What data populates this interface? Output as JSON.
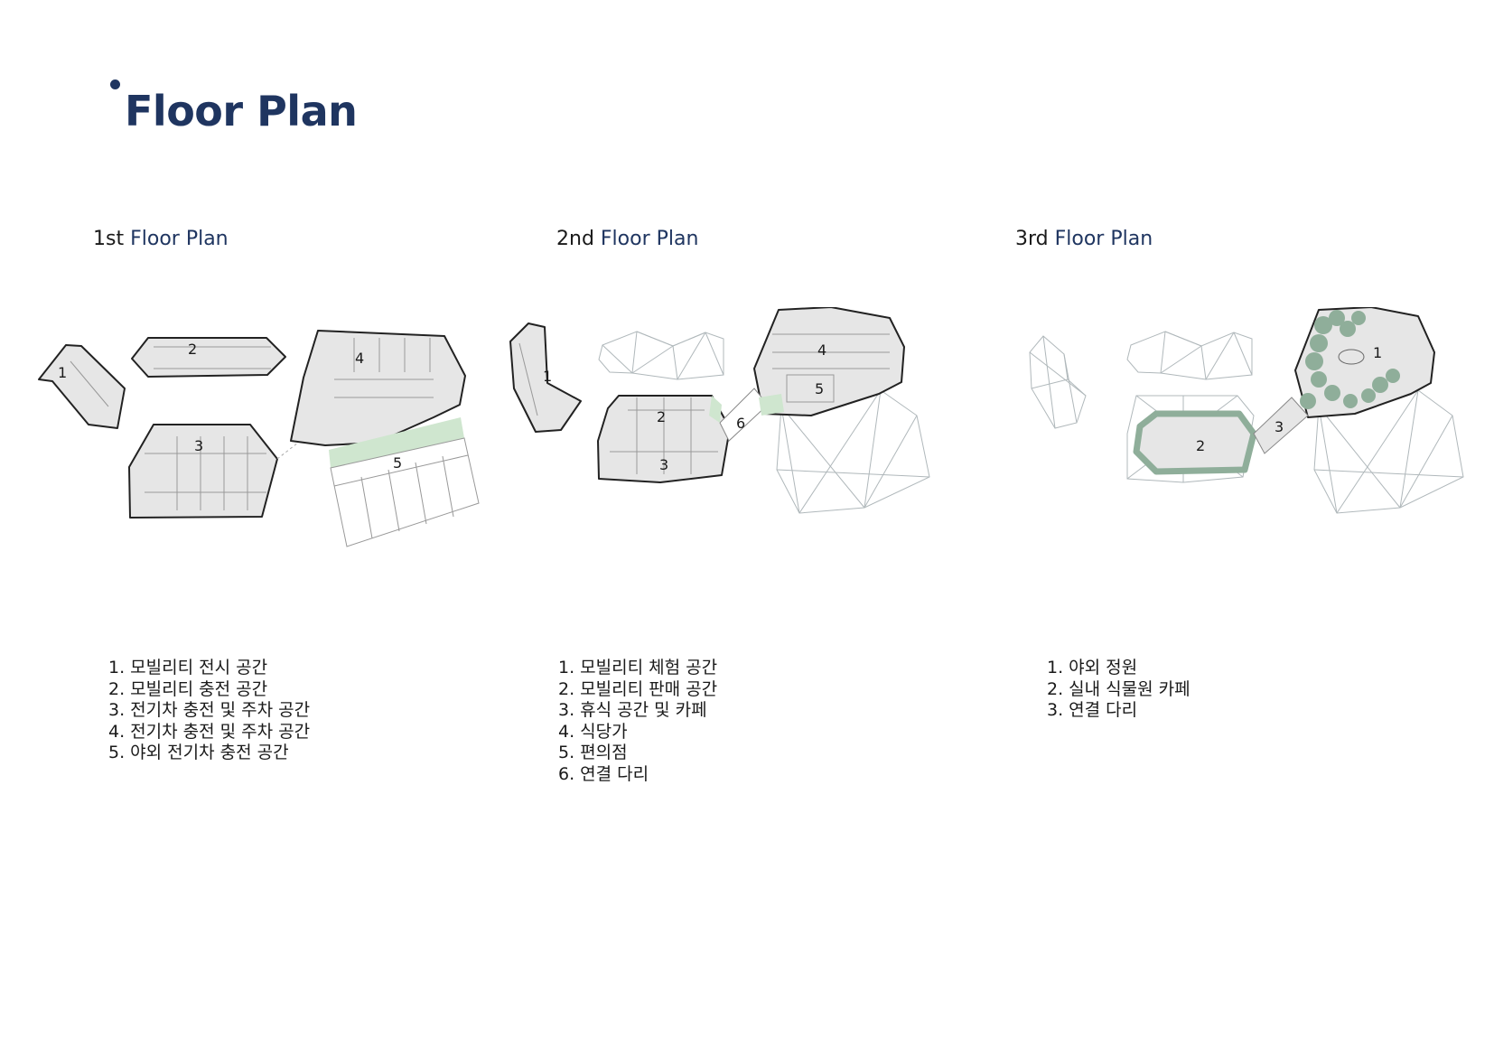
{
  "page": {
    "title": "Floor Plan",
    "accent_color": "#1f3560",
    "plan_fill_color": "#e6e6e6",
    "green_color": "#cfe6cf",
    "tree_color": "#8fae9a"
  },
  "floors": [
    {
      "heading_prefix": "1st",
      "heading_suffix": "Floor Plan",
      "zone_labels": [
        "1",
        "2",
        "3",
        "4",
        "5"
      ],
      "legend": [
        "1.  모빌리티 전시 공간",
        "2. 모빌리티 충전 공간",
        "3. 전기차 충전 및 주차 공간",
        "4. 전기차 충전 및 주차 공간",
        "5. 야외 전기차 충전 공간"
      ]
    },
    {
      "heading_prefix": "2nd",
      "heading_suffix": "Floor Plan",
      "zone_labels": [
        "1",
        "2",
        "3",
        "4",
        "5",
        "6"
      ],
      "legend": [
        "1. 모빌리티 체험 공간",
        "2. 모빌리티 판매 공간",
        "3. 휴식 공간 및 카페",
        "4. 식당가",
        "5. 편의점",
        "6. 연결 다리"
      ]
    },
    {
      "heading_prefix": "3rd",
      "heading_suffix": "Floor Plan",
      "zone_labels": [
        "1",
        "2",
        "3"
      ],
      "legend": [
        "1. 야외 정원",
        "2. 실내 식물원 카페",
        "3. 연결 다리"
      ]
    }
  ]
}
